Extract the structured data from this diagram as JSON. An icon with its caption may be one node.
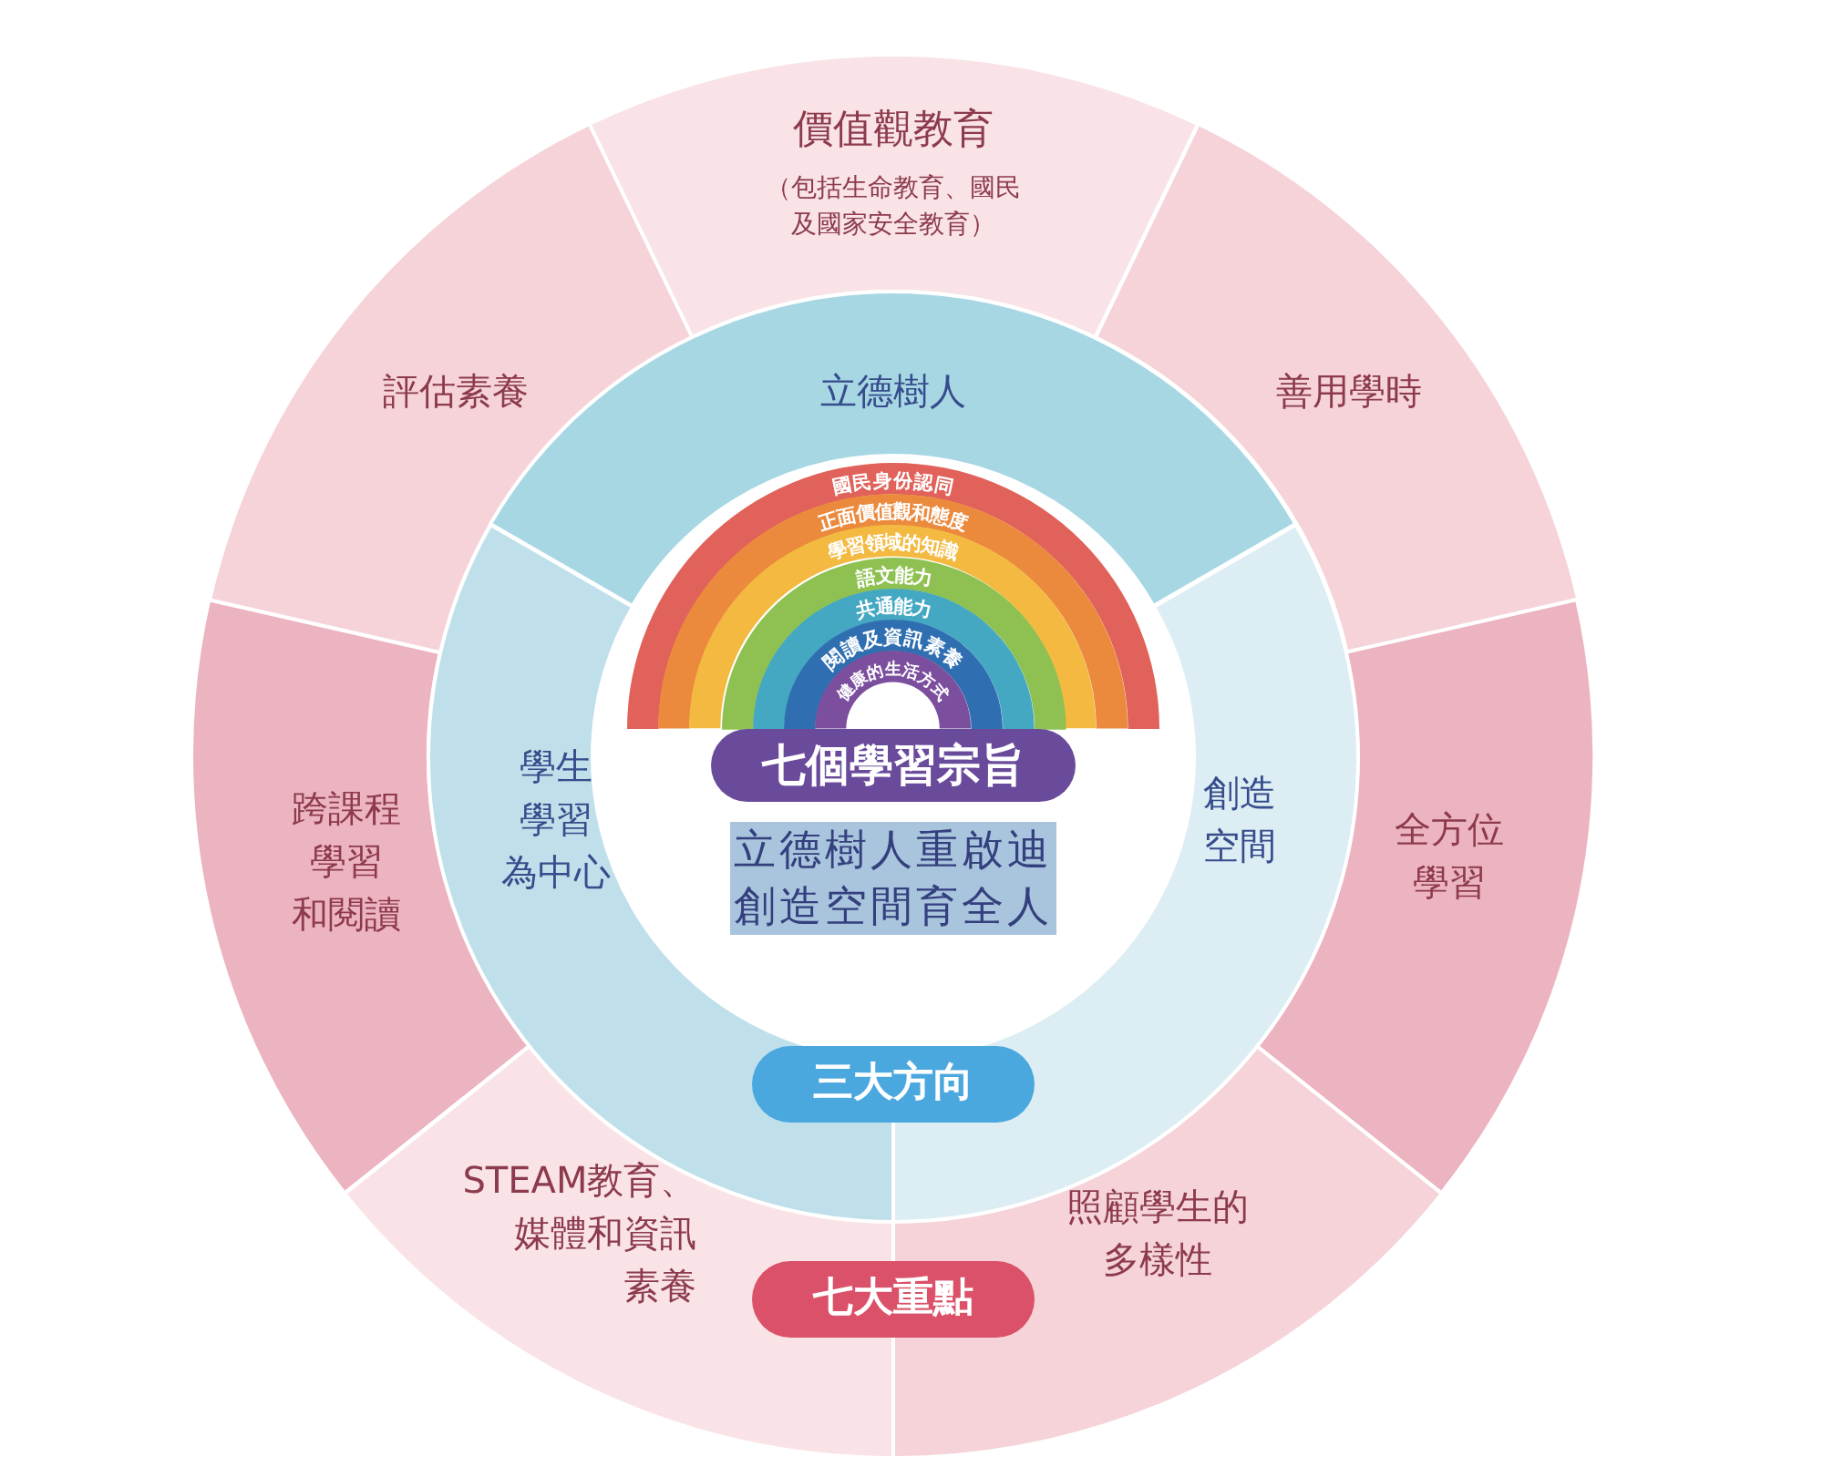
{
  "diagram": {
    "nodes": [
      {
        "text": [
          "價值觀教育",
          "（包括生命教育、國民及國家安全教育）"
        ]
      },
      {
        "text": [
          "善用學時"
        ]
      },
      {
        "text": [
          "全方位學習"
        ]
      },
      {
        "text": [
          "照顧學生的多樣性"
        ]
      },
      {
        "text": [
          "STEAM教育、媒體和資訊素養"
        ]
      },
      {
        "text": [
          "跨課程學習和閱讀"
        ]
      },
      {
        "text": [
          "評估素養"
        ]
      },
      {
        "text": [
          "七大重點"
        ]
      },
      {
        "text": [
          "立德樹人"
        ]
      },
      {
        "text": [
          "創造空間"
        ]
      },
      {
        "text": [
          "學生學習為中心"
        ]
      },
      {
        "text": [
          "三大方向"
        ]
      },
      {
        "text": [
          "國民身份認同"
        ]
      },
      {
        "text": [
          "正面價值觀和態度"
        ]
      },
      {
        "text": [
          "學習領域的知識"
        ]
      },
      {
        "text": [
          "語文能力"
        ]
      },
      {
        "text": [
          "共通能力"
        ]
      },
      {
        "text": [
          "閱讀及資訊素養"
        ]
      },
      {
        "text": [
          "健康的生活方式"
        ]
      },
      {
        "text": [
          "七個學習宗旨"
        ]
      }
    ],
    "labels": [
      "立德樹人重啟迪",
      "創造空間育全人"
    ]
  }
}
